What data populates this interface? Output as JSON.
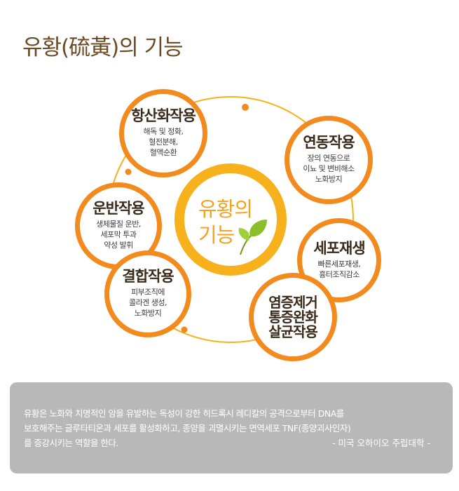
{
  "title": "유황(硫黃)의 기능",
  "center": {
    "line1": "유황의",
    "line2": "기능"
  },
  "nodes": [
    {
      "name": "항산화작용",
      "desc": [
        "해독 및 정화,",
        "혈전분해,",
        "혈액순환"
      ]
    },
    {
      "name": "연동작용",
      "desc": [
        "장의 연동으로",
        "이뇨 및 변비해소",
        "노화방지"
      ]
    },
    {
      "name": "운반작용",
      "desc": [
        "생체물질 운반,",
        "세포막 투과",
        "약성 발휘"
      ]
    },
    {
      "name": "세포재생",
      "desc": [
        "빠른세포재생,",
        "흉터조직감소"
      ]
    },
    {
      "name": "결합작용",
      "desc": [
        "피부조직에",
        "콜라겐 생성,",
        "노화방지"
      ]
    },
    {
      "name": [
        "염증제거",
        "통증완화",
        "살균작용"
      ]
    }
  ],
  "info": {
    "lines": [
      "유황은 노화와 치명적인 암을 유발하는 독성이 강한 히드록시 레디칼의 공격으로부터 DNA를",
      "보호해주는 글루타티온과 세포를 활성화하고, 종양을 괴멸시키는 면역세포 TNF(종양괴사인자)",
      "를 증강시키는 역할을 한다."
    ],
    "source": "- 미국 오하이오 주립대학 -"
  },
  "colors": {
    "ring": "#f28a1e",
    "center_ring": "#f6b11d",
    "title": "#6b4a25",
    "leaf": "#8bbf2a"
  }
}
